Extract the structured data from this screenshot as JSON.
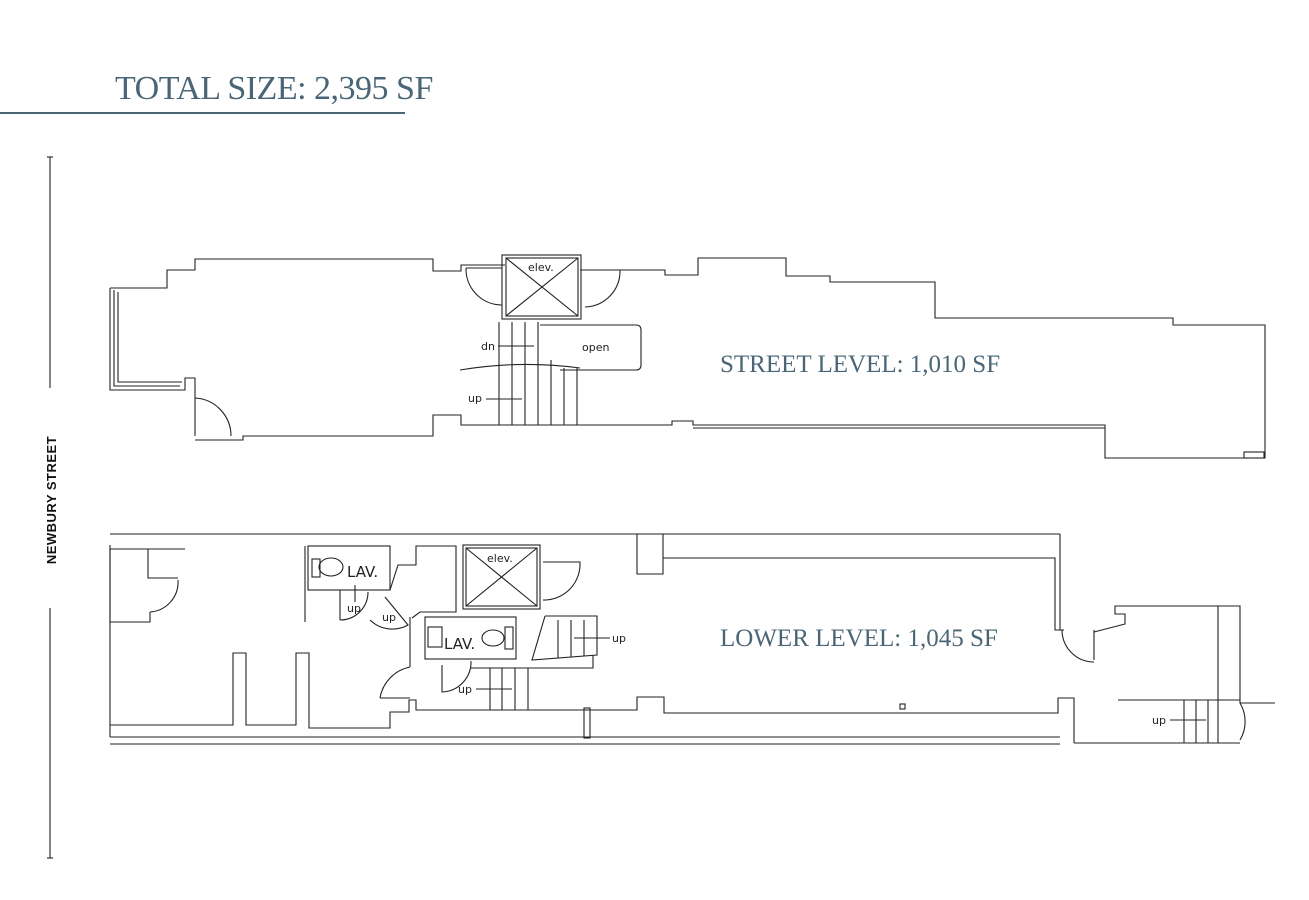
{
  "title": {
    "label": "TOTAL SIZE:",
    "value": "2,395 SF"
  },
  "street_name": "NEWBURY STREET",
  "street_level": {
    "label": "STREET LEVEL: 1,010 SF",
    "elevator": "elev.",
    "down": "dn",
    "open": "open",
    "up": "up"
  },
  "lower_level": {
    "label": "LOWER LEVEL: 1,045 SF",
    "elevator": "elev.",
    "lav_1": "LAV.",
    "lav_2": "LAV.",
    "up_labels": [
      "up",
      "up",
      "up",
      "up",
      "up"
    ]
  },
  "colors": {
    "accent": "#4a6676",
    "lines": "#222222"
  }
}
